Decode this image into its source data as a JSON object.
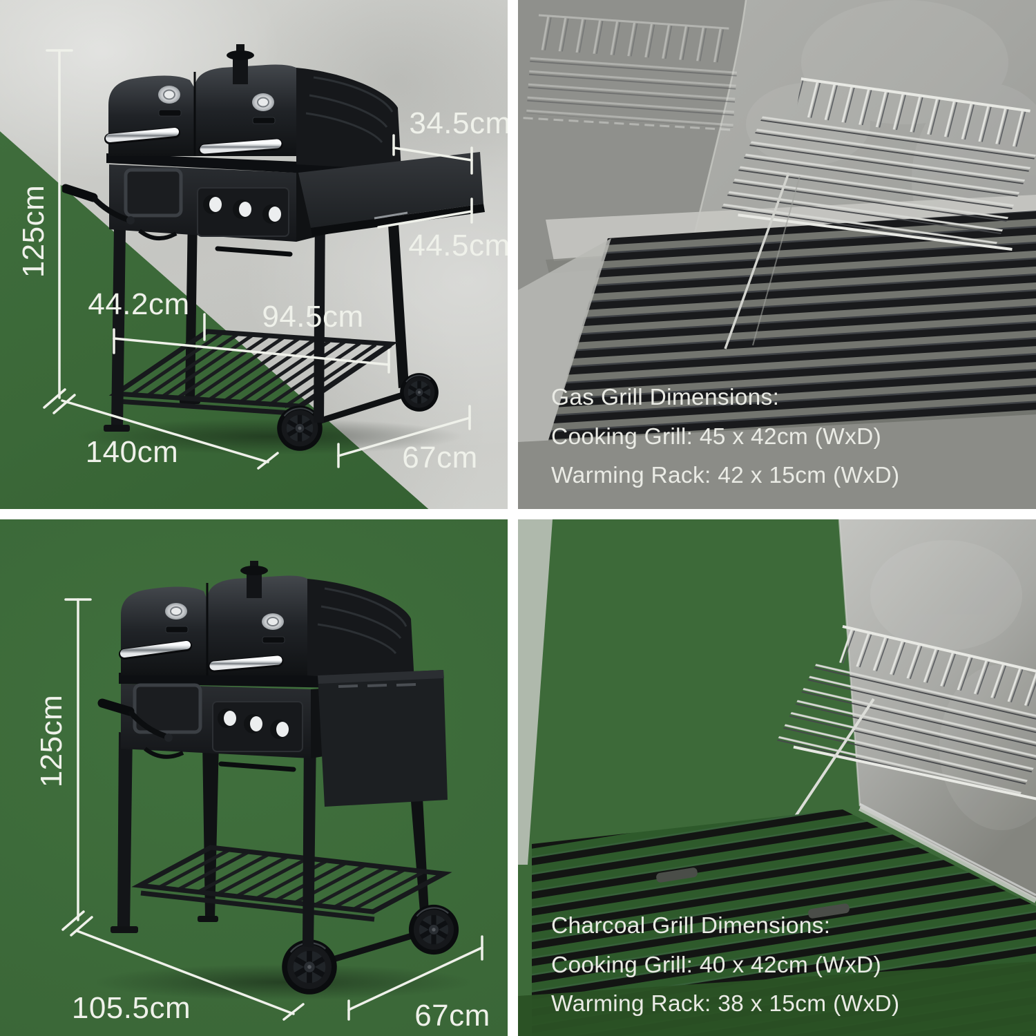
{
  "colors": {
    "green": "#3d6a39",
    "green_dark": "#2a5124",
    "label_text": "#eff1ea"
  },
  "panels": {
    "top_left": {
      "dims": {
        "height": "125cm",
        "shelf_width": "34.5cm",
        "shelf_depth": "44.5cm",
        "base_depth": "44.2cm",
        "base_width": "94.5cm",
        "width": "140cm",
        "depth": "67cm"
      }
    },
    "top_right": {
      "title": "Gas Grill Dimensions:",
      "cooking": "Cooking Grill: 45 x 42cm (WxD)",
      "warming": "Warming Rack: 42 x 15cm (WxD)"
    },
    "bottom_left": {
      "dims": {
        "height": "125cm",
        "width": "105.5cm",
        "depth": "67cm"
      }
    },
    "bottom_right": {
      "title": "Charcoal Grill Dimensions:",
      "cooking": "Cooking Grill: 40 x 42cm (WxD)",
      "warming": "Warming Rack: 38 x 15cm (WxD)"
    }
  }
}
